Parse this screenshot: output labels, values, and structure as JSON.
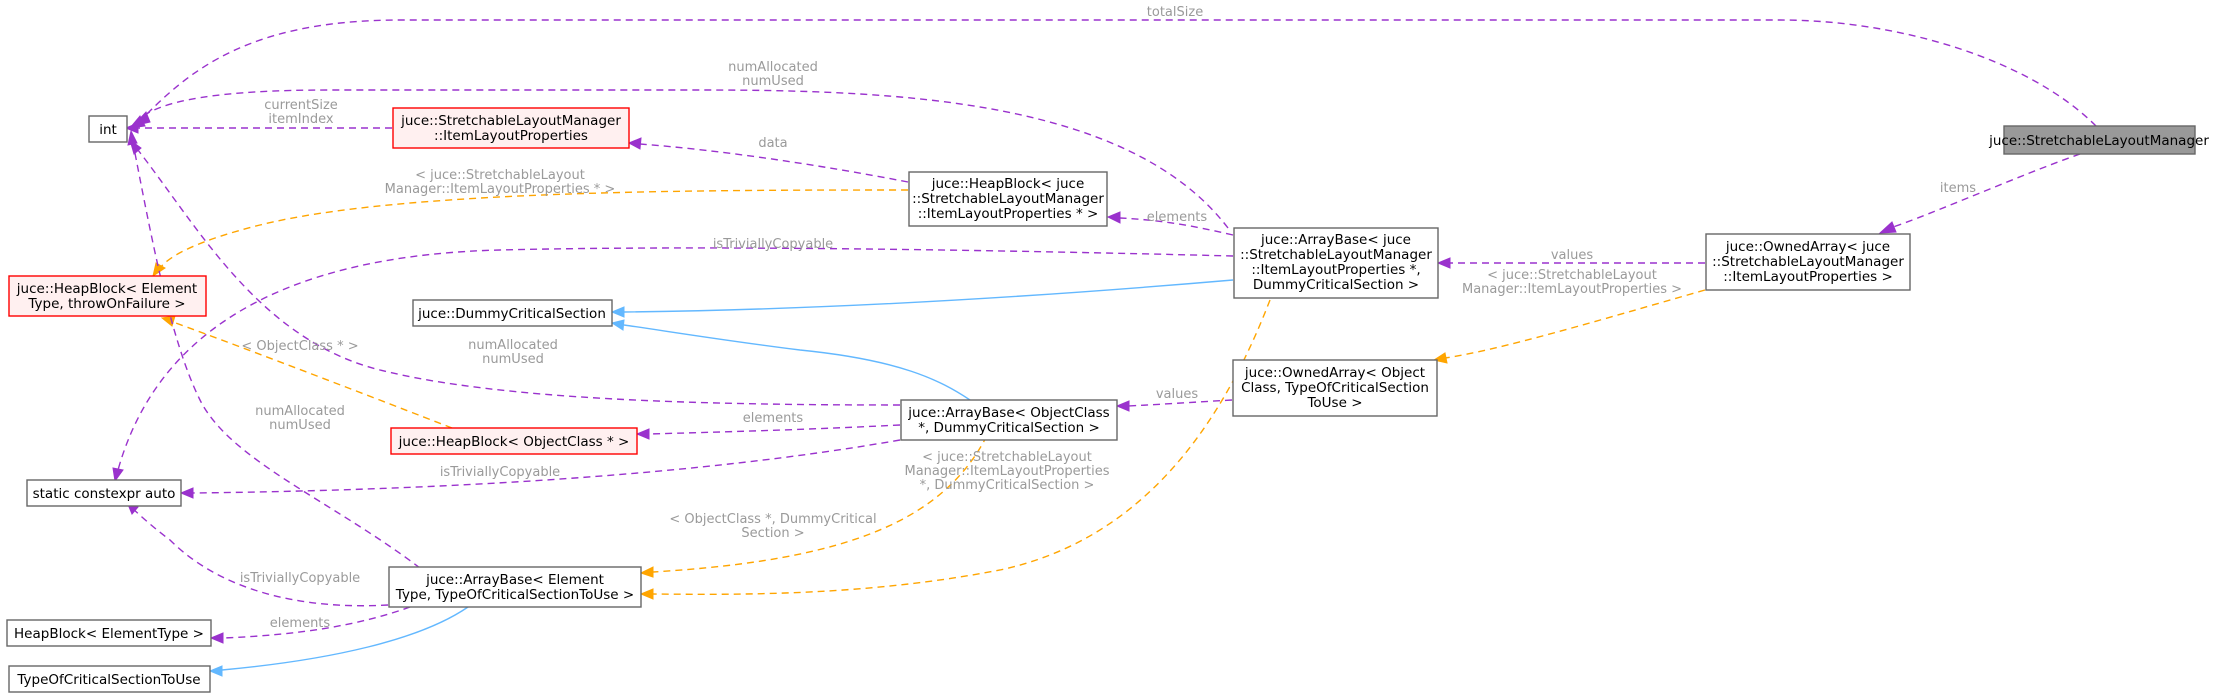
{
  "nodes": {
    "stretchable": "juce::StretchableLayoutManager",
    "int": "int",
    "item_layout_props": [
      "juce::StretchableLayoutManager",
      "::ItemLayoutProperties"
    ],
    "heapblock_ilp": [
      "juce::HeapBlock< juce",
      "::StretchableLayoutManager",
      "::ItemLayoutProperties * >"
    ],
    "arraybase_ilp": [
      "juce::ArrayBase< juce",
      "::StretchableLayoutManager",
      "::ItemLayoutProperties *,",
      "DummyCriticalSection >"
    ],
    "ownedarray_ilp": [
      "juce::OwnedArray< juce",
      "::StretchableLayoutManager",
      "::ItemLayoutProperties >"
    ],
    "heapblock_template": [
      "juce::HeapBlock< Element",
      "Type, throwOnFailure >"
    ],
    "dummy_cs": "juce::DummyCriticalSection",
    "arraybase_objclass": [
      "juce::ArrayBase< ObjectClass",
      "*, DummyCriticalSection >"
    ],
    "ownedarray_template": [
      "juce::OwnedArray< Object",
      "Class, TypeOfCriticalSection",
      "ToUse >"
    ],
    "heapblock_objclass": "juce::HeapBlock< ObjectClass * >",
    "static_constexpr": "static constexpr auto",
    "arraybase_template": [
      "juce::ArrayBase< Element",
      "Type, TypeOfCriticalSectionToUse >"
    ],
    "heapblock_elem": "HeapBlock< ElementType >",
    "typeofcs": "TypeOfCriticalSectionToUse"
  },
  "edge_labels": {
    "total_size": "totalSize",
    "items": "items",
    "num_allocated_top": [
      "numAllocated",
      "numUsed"
    ],
    "current_size": [
      "currentSize",
      "itemIndex"
    ],
    "data": "data",
    "tpl_ilp_ptr": [
      "< juce::StretchableLayout",
      "Manager::ItemLayoutProperties * >"
    ],
    "elements_ilp": "elements",
    "trivially_top": "isTriviallyCopyable",
    "values_top": "values",
    "tpl_ilp": [
      "< juce::StretchableLayout",
      "Manager::ItemLayoutProperties >"
    ],
    "objclass_ptr": "< ObjectClass * >",
    "num_allocated_mid": [
      "numAllocated",
      "numUsed"
    ],
    "values_mid": "values",
    "elements_objclass": "elements",
    "num_allocated_left": [
      "numAllocated",
      "numUsed"
    ],
    "trivially_mid": "isTriviallyCopyable",
    "tpl_ilp_dcs": [
      "< juce::StretchableLayout",
      "Manager::ItemLayoutProperties",
      "*, DummyCriticalSection >"
    ],
    "tpl_objclass_dcs": [
      "< ObjectClass *, DummyCritical",
      "Section >"
    ],
    "trivially_bottom": "isTriviallyCopyable",
    "elements_bottom": "elements"
  },
  "colors": {
    "purple_edge": "#9a32cd",
    "orange_edge": "#ffa500",
    "blue_edge": "#63b8ff",
    "red_node_border": "#ff0000",
    "highlight_node": "#999999",
    "label_gray": "#9a9a9a"
  }
}
